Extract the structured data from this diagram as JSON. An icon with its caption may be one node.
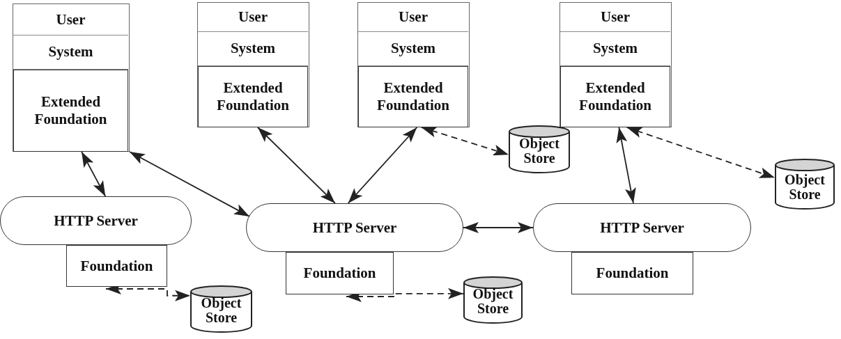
{
  "diagram": {
    "nodes": [
      {
        "text": [],
        "shape": "box"
      },
      {
        "text": [
          "User"
        ],
        "in": 0
      },
      {
        "text": [
          "System"
        ],
        "in": 0
      },
      {
        "text": [
          "Extended Foundation"
        ],
        "in": 0
      },
      {
        "text": [],
        "shape": "box"
      },
      {
        "text": [
          "User"
        ],
        "in": 4
      },
      {
        "text": [
          "System"
        ],
        "in": 4
      },
      {
        "text": [
          "Extended Foundation"
        ],
        "in": 4
      },
      {
        "text": [],
        "shape": "box"
      },
      {
        "text": [
          "User"
        ],
        "in": 8
      },
      {
        "text": [
          "System"
        ],
        "in": 8
      },
      {
        "text": [
          "Extended Foundation"
        ],
        "in": 8
      },
      {
        "text": [],
        "shape": "box"
      },
      {
        "text": [
          "User"
        ],
        "in": 12
      },
      {
        "text": [
          "System"
        ],
        "in": 12
      },
      {
        "text": [
          "Extended Foundation"
        ],
        "in": 12
      },
      {
        "text": [
          "Object Store"
        ]
      },
      {
        "text": [
          "Object Store"
        ]
      },
      {
        "text": [
          "HTTP Server"
        ]
      },
      {
        "text": [
          "Foundation"
        ]
      },
      {
        "text": [
          "HTTP Server"
        ]
      },
      {
        "text": [
          "Foundation"
        ]
      },
      {
        "text": [
          "HTTP Server"
        ]
      },
      {
        "text": [
          "Foundation"
        ]
      },
      {
        "text": [
          "Object Store"
        ]
      },
      {
        "text": [
          "Object Store"
        ]
      }
    ],
    "edges": [
      {
        "from": 3,
        "to": 18,
        "arrow": "both"
      },
      {
        "from": 3,
        "to": 20,
        "arrow": "both"
      },
      {
        "from": 7,
        "to": 20,
        "arrow": "both"
      },
      {
        "from": 11,
        "to": 20,
        "arrow": "both"
      },
      {
        "from": 11,
        "to": 16,
        "arrow": "both",
        "style": "dashed"
      },
      {
        "from": 20,
        "to": 22,
        "arrow": "both"
      },
      {
        "from": 15,
        "to": 22,
        "arrow": "both"
      },
      {
        "from": 15,
        "to": 17,
        "arrow": "both",
        "style": "dashed"
      },
      {
        "from": 19,
        "to": 24,
        "arrow": "both",
        "style": "dashed"
      },
      {
        "from": 21,
        "to": 25,
        "arrow": "both",
        "style": "dashed"
      }
    ]
  }
}
